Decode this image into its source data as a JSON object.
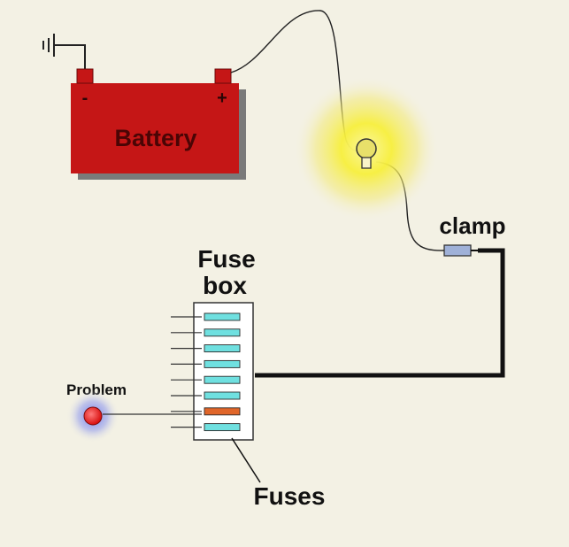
{
  "labels": {
    "battery": "Battery",
    "negative": "-",
    "positive": "+",
    "clamp": "clamp",
    "fuse_box_line1": "Fuse",
    "fuse_box_line2": "box",
    "problem": "Problem",
    "fuses": "Fuses"
  },
  "fuses": [
    {
      "status": "ok",
      "color": "#6fe0e0"
    },
    {
      "status": "ok",
      "color": "#6fe0e0"
    },
    {
      "status": "ok",
      "color": "#6fe0e0"
    },
    {
      "status": "ok",
      "color": "#6fe0e0"
    },
    {
      "status": "ok",
      "color": "#6fe0e0"
    },
    {
      "status": "ok",
      "color": "#6fe0e0"
    },
    {
      "status": "blown",
      "color": "#e0662a"
    },
    {
      "status": "ok",
      "color": "#6fe0e0"
    }
  ],
  "colors": {
    "background": "#f3f1e4",
    "battery_body": "#c51616",
    "battery_shadow": "#7a7a7a",
    "bulb_glow": "#f7ef3c",
    "clamp": "#9fb1d8",
    "problem_dot": "#e42020",
    "problem_halo": "#8f97e6",
    "heavy_wire": "#111111"
  },
  "icons": {
    "ground": "ground-symbol-icon",
    "bulb": "light-bulb-icon",
    "clamp": "clamp-icon",
    "problem": "problem-dot-icon"
  }
}
